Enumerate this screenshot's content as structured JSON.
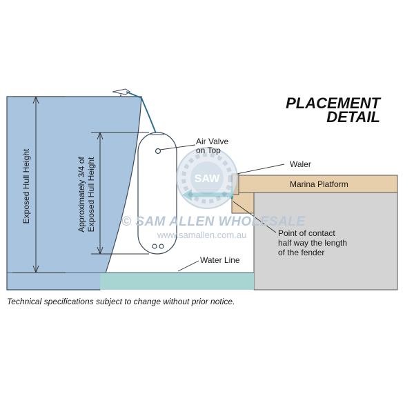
{
  "title": {
    "line1": "PLACEMENT",
    "line2": "DETAIL"
  },
  "labels": {
    "exposed_hull_height": "Exposed Hull Height",
    "approx_line1": "Approximately 3/4 of",
    "approx_line2": "Exposed Hull Height",
    "air_valve_line1": "Air Valve",
    "air_valve_line2": "on Top",
    "waler": "Waler",
    "marina_platform": "Marina Platform",
    "contact_line1": "Point of contact",
    "contact_line2": "half way the length",
    "contact_line3": "of the fender",
    "water_line": "Water Line"
  },
  "watermark": {
    "logo": "SAW",
    "company": "© SAM ALLEN WHOLESALE",
    "url": "www.samallen.com.au"
  },
  "footnote": "Technical specifications subject to change without prior notice.",
  "colors": {
    "hull": "#a9c4df",
    "water": "#a8d5d2",
    "ground": "#d4d4d4",
    "platform": "#e6cfaa",
    "arrow": "#1e9c9c"
  }
}
